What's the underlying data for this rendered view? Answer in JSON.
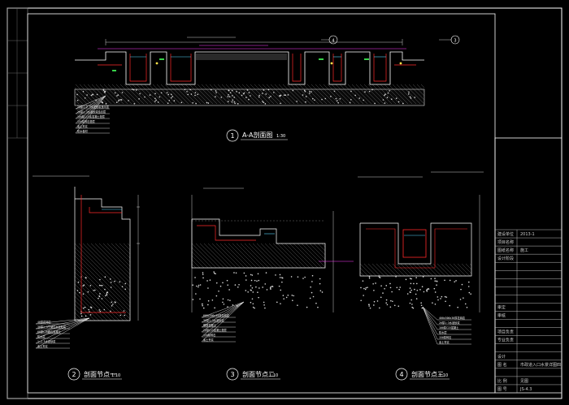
{
  "drawing": {
    "section_a": {
      "num": "1",
      "title": "A-A剖面图",
      "scale": "1:30",
      "callouts": [
        "4",
        "3"
      ]
    },
    "detail_1": {
      "num": "2",
      "title": "剖面节点一",
      "scale": "1:10"
    },
    "detail_2": {
      "num": "3",
      "title": "剖面节点二",
      "scale": "1:10"
    },
    "detail_3": {
      "num": "4",
      "title": "剖面节点三",
      "scale": "1:10"
    },
    "annotation_lines": {
      "a": [
        "20厚1:2.5水泥砂浆找平层",
        "20厚1:3水泥砂浆结合层",
        "100厚C15素混凝土垫层",
        "150厚碎石垫层",
        "素土夯实",
        "防水卷材"
      ],
      "d1": [
        "40厚花岗岩",
        "30厚1:3干硬性水泥砂浆",
        "60厚C20细石混凝土",
        "防水层",
        "1:2.5水泥砂浆",
        "素土夯实"
      ],
      "d2": [
        "600x300x30厚花岗岩",
        "30厚1:3水泥砂浆",
        "钢筋混凝土",
        "20厚C15混凝土垫层",
        "150厚碎石",
        "素土夯实"
      ],
      "d3": [
        "400x300x30厚花岗岩",
        "20厚1:3水泥砂浆",
        "100厚C15混凝土",
        "防水层",
        "150厚碎石",
        "素土夯实"
      ]
    }
  },
  "title_block": {
    "rows": [
      "建设单位",
      "项目名称",
      "图纸名称",
      "设计阶段",
      "",
      "",
      "",
      "",
      "",
      "审定",
      "审核",
      "",
      "项目负责",
      "专业负责",
      "",
      "设计",
      "图 名",
      "",
      "比 例",
      "图 号"
    ],
    "values": [
      "2013-1",
      "",
      "施工",
      "",
      "",
      "",
      "",
      "",
      "",
      "",
      "",
      "",
      "",
      "",
      "",
      "",
      "市政道入口水景详图四",
      "",
      "见图",
      "JS-4.3"
    ]
  },
  "colors": {
    "line": "#ffffff",
    "frame": "#ffffff",
    "red": "#ff2a2a",
    "yellow": "#ffe24a",
    "green": "#38d24a",
    "magenta": "#ff3cff",
    "cyan": "#5ad7ff"
  }
}
